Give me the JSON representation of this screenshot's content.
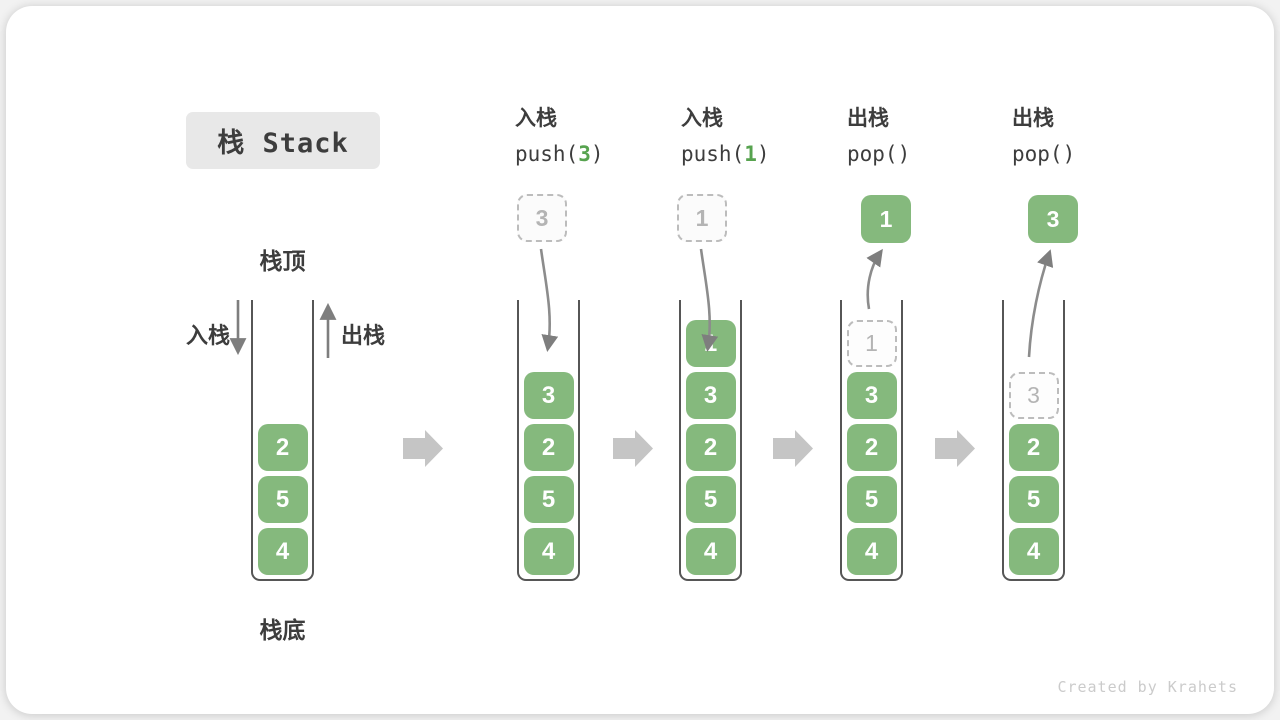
{
  "title": "栈 Stack",
  "side_labels": {
    "stack_top": "栈顶",
    "stack_bottom": "栈底",
    "push_label": "入栈",
    "pop_label": "出栈"
  },
  "operations": [
    {
      "name": "入栈",
      "code_pre": "push(",
      "code_arg": "3",
      "code_post": ")"
    },
    {
      "name": "入栈",
      "code_pre": "push(",
      "code_arg": "1",
      "code_post": ")"
    },
    {
      "name": "出栈",
      "code_pre": "pop()",
      "code_arg": "",
      "code_post": ""
    },
    {
      "name": "出栈",
      "code_pre": "pop()",
      "code_arg": "",
      "code_post": ""
    }
  ],
  "operands": [
    {
      "value": "3",
      "style": "ghost"
    },
    {
      "value": "1",
      "style": "ghost"
    },
    {
      "value": "1",
      "style": "solid"
    },
    {
      "value": "3",
      "style": "solid"
    }
  ],
  "stacks": [
    {
      "cells": [
        {
          "v": "2"
        },
        {
          "v": "5"
        },
        {
          "v": "4"
        }
      ]
    },
    {
      "cells": [
        {
          "v": "3"
        },
        {
          "v": "2"
        },
        {
          "v": "5"
        },
        {
          "v": "4"
        }
      ]
    },
    {
      "cells": [
        {
          "v": "1"
        },
        {
          "v": "3"
        },
        {
          "v": "2"
        },
        {
          "v": "5"
        },
        {
          "v": "4"
        }
      ]
    },
    {
      "cells": [
        {
          "v": "1",
          "ghost": true
        },
        {
          "v": "3"
        },
        {
          "v": "2"
        },
        {
          "v": "5"
        },
        {
          "v": "4"
        }
      ]
    },
    {
      "cells": [
        {
          "v": "3",
          "ghost": true
        },
        {
          "v": "2"
        },
        {
          "v": "5"
        },
        {
          "v": "4"
        }
      ]
    }
  ],
  "watermark": "Created by Krahets",
  "colors": {
    "cell_green": "#85b97d",
    "code_arg_green": "#57a34f",
    "arrow_gray": "#858585",
    "block_arrow_gray": "#c5c5c5",
    "title_bg": "#e8e8e8",
    "ink": "#3d3d3d",
    "ghost_border": "#bcbcbc",
    "ghost_text": "#b4b4b4"
  }
}
